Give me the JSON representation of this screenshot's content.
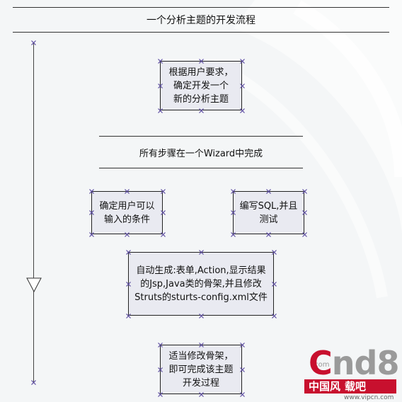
{
  "diagram": {
    "title": "一个分析主题的开发流程",
    "section_title": "所有步骤在一个Wizard中完成",
    "steps": [
      {
        "lines": [
          "根据用户要求，",
          "确定开发一个",
          "新的分析主题"
        ]
      },
      {
        "lines": [
          "确定用户可以",
          "输入的条件"
        ]
      },
      {
        "lines": [
          "编写SQL,并且",
          "测试"
        ]
      },
      {
        "lines": [
          "自动生成:表单,Action,显示结果",
          "的Jsp,Java类的骨架,并且修改",
          "Struts的sturts-config.xml文件"
        ]
      },
      {
        "lines": [
          "适当修改骨架，",
          "即可完成该主题",
          "开发过程"
        ]
      }
    ]
  },
  "watermark": {
    "com": ".com",
    "brand": "Cnd8",
    "cn_text": "中国风",
    "cn_text2": "载吧",
    "url": "www.vipcn.com"
  },
  "colors": {
    "box_fill": "#e9eaf1",
    "handle": "#5a4aa0",
    "brand_red": "#c8102e",
    "brand_gray": "#9a9a9a"
  }
}
